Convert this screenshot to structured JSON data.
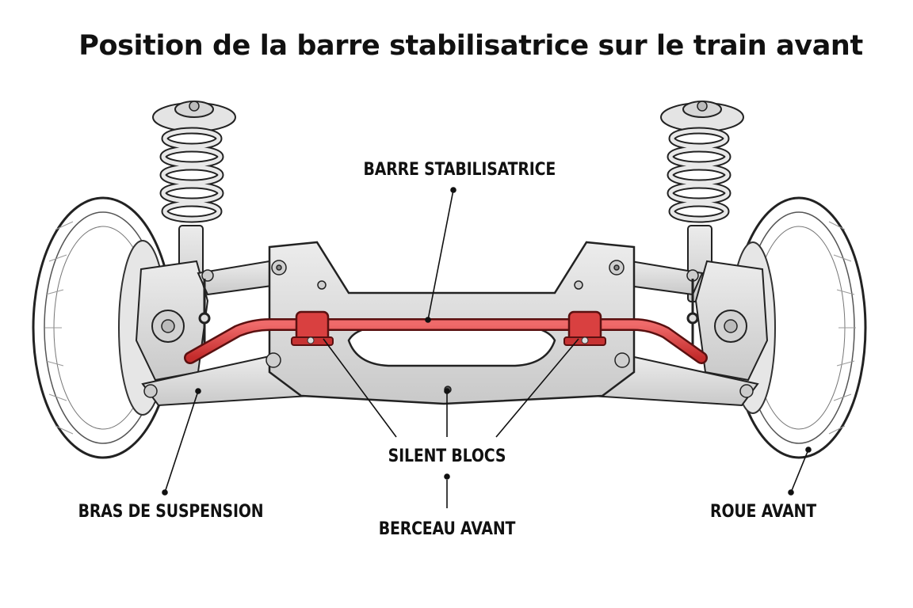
{
  "title": "Position de la barre stabilisatrice sur le train avant",
  "labels": {
    "stabilizer_bar": "BARRE STABILISATRICE",
    "silent_blocks": "SILENT BLOCS",
    "subframe": "BERCEAU AVANT",
    "control_arm": "BRAS DE SUSPENSION",
    "front_wheel": "ROUE AVANT"
  },
  "colors": {
    "stabilizer_bar": "#d93a3a",
    "metal": "#dcdcdc",
    "outline": "#2a2a2a",
    "text": "#111111"
  }
}
